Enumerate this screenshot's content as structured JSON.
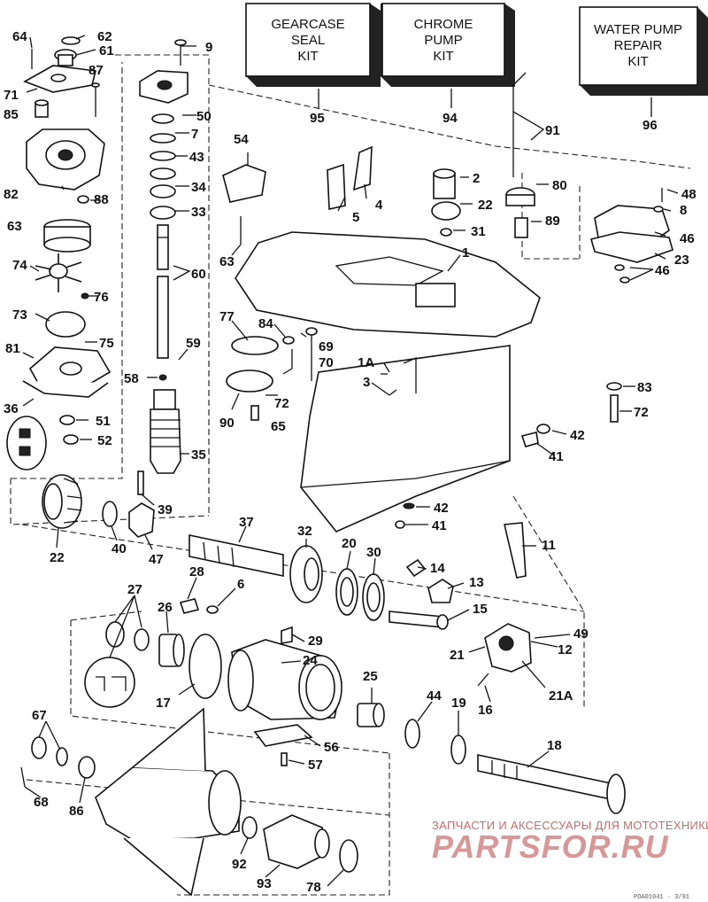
{
  "kits": [
    {
      "lines": [
        "GEARCASE",
        "SEAL",
        "KIT"
      ],
      "number": "95"
    },
    {
      "lines": [
        "CHROME",
        "PUMP",
        "KIT"
      ],
      "number": "94"
    },
    {
      "lines": [
        "WATER PUMP",
        "REPAIR",
        "KIT"
      ],
      "number": "96"
    }
  ],
  "labels": {
    "p64": "64",
    "p62": "62",
    "p61": "61",
    "p9": "9",
    "p87": "87",
    "p71": "71",
    "p85": "85",
    "p50": "50",
    "p7": "7",
    "p43": "43",
    "p34": "34",
    "p33": "33",
    "p82": "82",
    "p88": "88",
    "p63a": "63",
    "p74": "74",
    "p60": "60",
    "p76": "76",
    "p73": "73",
    "p75": "75",
    "p81": "81",
    "p59": "59",
    "p58": "58",
    "p36": "36",
    "p51": "51",
    "p52": "52",
    "p35": "35",
    "p54": "54",
    "p63b": "63",
    "p77": "77",
    "p84": "84",
    "p69": "69",
    "p70": "70",
    "p90": "90",
    "p72a": "72",
    "p65": "65",
    "p5": "5",
    "p4": "4",
    "p2": "2",
    "p22a": "22",
    "p31": "31",
    "p1": "1",
    "p1A": "1A",
    "p3": "3",
    "p91": "91",
    "p80": "80",
    "p89": "89",
    "p48": "48",
    "p8": "8",
    "p46a": "46",
    "p23": "23",
    "p46b": "46",
    "p83": "83",
    "p72b": "72",
    "p42a": "42",
    "p41a": "41",
    "p42b": "42",
    "p41b": "41",
    "p22b": "22",
    "p40": "40",
    "p47": "47",
    "p39": "39",
    "p37": "37",
    "p32": "32",
    "p20": "20",
    "p30": "30",
    "p11": "11",
    "p14": "14",
    "p13": "13",
    "p15": "15",
    "p28": "28",
    "p6": "6",
    "p27": "27",
    "p26": "26",
    "p29": "29",
    "p24": "24",
    "p25": "25",
    "p17": "17",
    "p44": "44",
    "p19": "19",
    "p16": "16",
    "p21": "21",
    "p21A": "21A",
    "p12": "12",
    "p49": "49",
    "p18": "18",
    "p67": "67",
    "p68": "68",
    "p86": "86",
    "p56": "56",
    "p57": "57",
    "p92": "92",
    "p93": "93",
    "p78": "78"
  },
  "watermark": {
    "tagline": "ЗАПЧАСТИ И АКСЕССУАРЫ ДЛЯ МОТОТЕХНИКИ",
    "brand": "PARTSFOR.RU"
  },
  "drawing_code": "POA01041 · 3/91"
}
